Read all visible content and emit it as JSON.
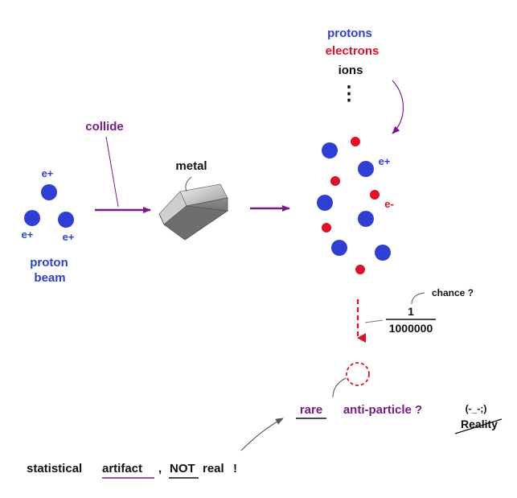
{
  "colors": {
    "blue": "#2e3fd6",
    "red": "#e0102a",
    "purple": "#7a1a8a",
    "dark": "#111111",
    "gray": "#555555"
  },
  "legend": {
    "protons": "protons",
    "electrons": "electrons",
    "ions": "ions",
    "ellipsis": "⋮"
  },
  "beam": {
    "label_line1": "proton",
    "label_line2": "beam",
    "charge_labels": [
      "e+",
      "e+",
      "e+"
    ]
  },
  "process": {
    "collide": "collide",
    "metal": "metal"
  },
  "products": {
    "positive_label": "e+",
    "negative_label": "e-"
  },
  "probability": {
    "chance": "chance ?",
    "numerator": "1",
    "denominator": "1000000"
  },
  "result": {
    "rare": "rare",
    "anti_particle": "anti-particle ?"
  },
  "conclusion": {
    "statistical": "statistical",
    "artifact": "artifact",
    "comma": ",",
    "not": "NOT",
    "real": "real",
    "exclaim": "!"
  },
  "aside": {
    "face": "(-_-;)",
    "reality": "Reality"
  }
}
